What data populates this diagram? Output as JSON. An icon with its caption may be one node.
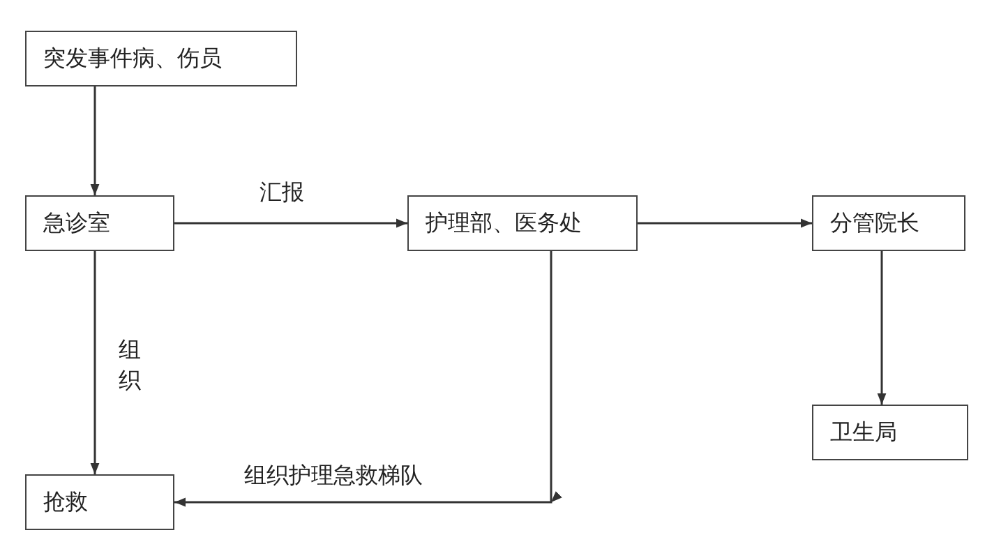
{
  "diagram": {
    "nodes": [
      {
        "text": [
          "突发事件病、伤员"
        ]
      },
      {
        "text": [
          "急诊室"
        ]
      },
      {
        "text": [
          "护理部、医务处"
        ]
      },
      {
        "text": [
          "分管院长"
        ]
      },
      {
        "text": [
          "卫生局"
        ]
      },
      {
        "text": [
          "抢救"
        ]
      }
    ],
    "edges": [
      {
        "from": 0,
        "to": 1,
        "arrow": "to"
      },
      {
        "from": 1,
        "to": 2,
        "arrow": "to",
        "label": "汇报"
      },
      {
        "from": 2,
        "to": 3,
        "arrow": "to"
      },
      {
        "from": 3,
        "to": 4,
        "arrow": "to"
      },
      {
        "from": 1,
        "to": 5,
        "arrow": "to",
        "label": "组织"
      },
      {
        "from": 2,
        "to": 5,
        "arrow": "to",
        "label": "组织护理急救梯队"
      }
    ]
  }
}
